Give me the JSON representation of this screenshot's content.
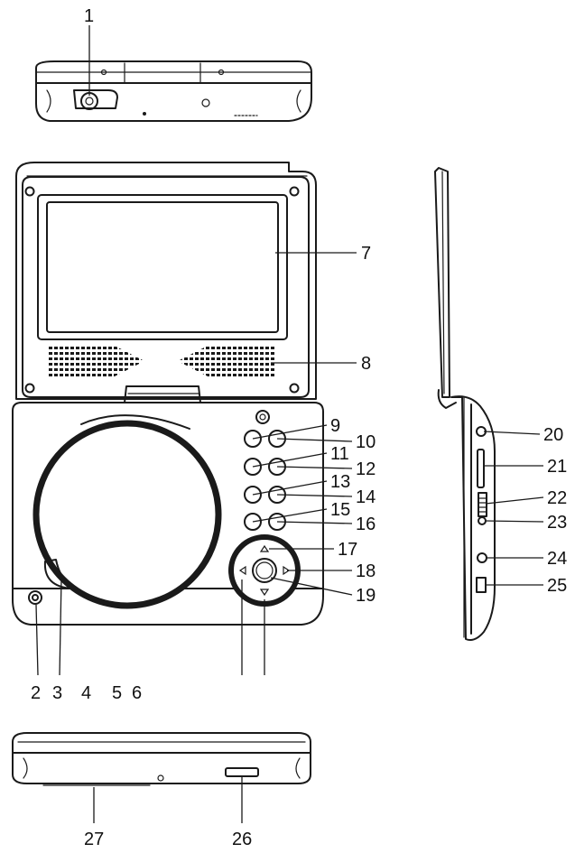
{
  "callouts": [
    "1",
    "2",
    "3",
    "4",
    "5",
    "6",
    "7",
    "8",
    "9",
    "10",
    "11",
    "12",
    "13",
    "14",
    "15",
    "16",
    "17",
    "18",
    "19",
    "20",
    "21",
    "22",
    "23",
    "24",
    "25",
    "26",
    "27"
  ],
  "colors": {
    "line": "#1a1a1a",
    "background": "#ffffff"
  }
}
